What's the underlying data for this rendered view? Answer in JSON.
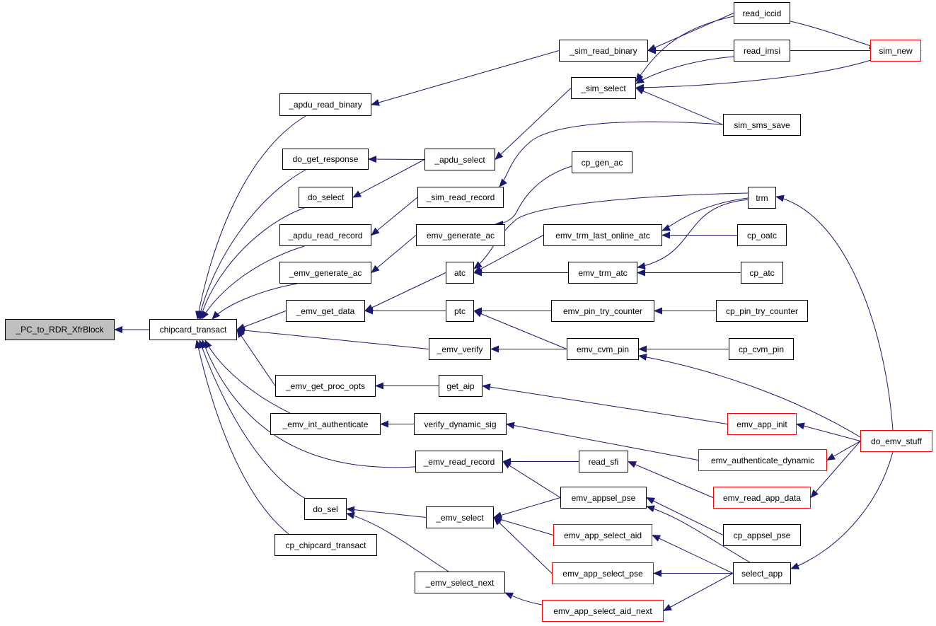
{
  "colors": {
    "edge": "#191970",
    "node_border": "#000000",
    "truncated_border": "#ff0000",
    "root_fill": "#bfbfbf"
  },
  "nodes": [
    {
      "id": "root",
      "label": "_PC_to_RDR_XfrBlock",
      "root": true
    },
    {
      "id": "chipcard_transact",
      "label": "chipcard_transact"
    },
    {
      "id": "apdu_read_binary",
      "label": "_apdu_read_binary"
    },
    {
      "id": "do_get_response",
      "label": "do_get_response"
    },
    {
      "id": "do_select",
      "label": "do_select"
    },
    {
      "id": "apdu_read_record",
      "label": "_apdu_read_record"
    },
    {
      "id": "emv_generate_ac_u",
      "label": "_emv_generate_ac"
    },
    {
      "id": "emv_get_data",
      "label": "_emv_get_data"
    },
    {
      "id": "emv_verify",
      "label": "_emv_verify"
    },
    {
      "id": "emv_get_proc_opts",
      "label": "_emv_get_proc_opts"
    },
    {
      "id": "emv_int_authenticate",
      "label": "_emv_int_authenticate"
    },
    {
      "id": "emv_read_record",
      "label": "_emv_read_record"
    },
    {
      "id": "do_sel",
      "label": "do_sel"
    },
    {
      "id": "cp_chipcard_transact",
      "label": "cp_chipcard_transact"
    },
    {
      "id": "sim_read_binary",
      "label": "_sim_read_binary"
    },
    {
      "id": "sim_select",
      "label": "_sim_select"
    },
    {
      "id": "apdu_select",
      "label": "_apdu_select"
    },
    {
      "id": "sim_read_record",
      "label": "_sim_read_record"
    },
    {
      "id": "emv_generate_ac",
      "label": "emv_generate_ac"
    },
    {
      "id": "cp_gen_ac",
      "label": "cp_gen_ac"
    },
    {
      "id": "atc",
      "label": "atc"
    },
    {
      "id": "ptc",
      "label": "ptc"
    },
    {
      "id": "get_aip",
      "label": "get_aip"
    },
    {
      "id": "verify_dynamic_sig",
      "label": "verify_dynamic_sig"
    },
    {
      "id": "read_sfi",
      "label": "read_sfi"
    },
    {
      "id": "emv_select_u",
      "label": "_emv_select"
    },
    {
      "id": "emv_select_next",
      "label": "_emv_select_next"
    },
    {
      "id": "read_iccid",
      "label": "read_iccid"
    },
    {
      "id": "read_imsi",
      "label": "read_imsi"
    },
    {
      "id": "sim_sms_save",
      "label": "sim_sms_save"
    },
    {
      "id": "sim_new",
      "label": "sim_new",
      "truncated": true
    },
    {
      "id": "trm",
      "label": "trm"
    },
    {
      "id": "emv_trm_last_online_atc",
      "label": "emv_trm_last_online_atc"
    },
    {
      "id": "cp_oatc",
      "label": "cp_oatc"
    },
    {
      "id": "emv_trm_atc",
      "label": "emv_trm_atc"
    },
    {
      "id": "cp_atc",
      "label": "cp_atc"
    },
    {
      "id": "emv_pin_try_counter",
      "label": "emv_pin_try_counter"
    },
    {
      "id": "cp_pin_try_counter",
      "label": "cp_pin_try_counter"
    },
    {
      "id": "emv_cvm_pin",
      "label": "emv_cvm_pin"
    },
    {
      "id": "cp_cvm_pin",
      "label": "cp_cvm_pin"
    },
    {
      "id": "emv_app_init",
      "label": "emv_app_init",
      "truncated": true
    },
    {
      "id": "emv_authenticate_dynamic",
      "label": "emv_authenticate_dynamic",
      "truncated": true
    },
    {
      "id": "emv_read_app_data",
      "label": "emv_read_app_data",
      "truncated": true
    },
    {
      "id": "do_emv_stuff",
      "label": "do_emv_stuff",
      "truncated": true
    },
    {
      "id": "emv_appsel_pse",
      "label": "emv_appsel_pse"
    },
    {
      "id": "cp_appsel_pse",
      "label": "cp_appsel_pse"
    },
    {
      "id": "emv_app_select_aid",
      "label": "emv_app_select_aid",
      "truncated": true
    },
    {
      "id": "emv_app_select_pse",
      "label": "emv_app_select_pse",
      "truncated": true
    },
    {
      "id": "emv_app_select_aid_next",
      "label": "emv_app_select_aid_next",
      "truncated": true
    },
    {
      "id": "select_app",
      "label": "select_app"
    }
  ],
  "edges": [
    [
      "chipcard_transact",
      "root"
    ],
    [
      "apdu_read_binary",
      "chipcard_transact"
    ],
    [
      "do_get_response",
      "chipcard_transact"
    ],
    [
      "do_select",
      "chipcard_transact"
    ],
    [
      "apdu_read_record",
      "chipcard_transact"
    ],
    [
      "emv_generate_ac_u",
      "chipcard_transact"
    ],
    [
      "emv_get_data",
      "chipcard_transact"
    ],
    [
      "emv_verify",
      "chipcard_transact"
    ],
    [
      "emv_get_proc_opts",
      "chipcard_transact"
    ],
    [
      "emv_int_authenticate",
      "chipcard_transact"
    ],
    [
      "emv_read_record",
      "chipcard_transact"
    ],
    [
      "do_sel",
      "chipcard_transact"
    ],
    [
      "cp_chipcard_transact",
      "chipcard_transact"
    ],
    [
      "sim_read_binary",
      "apdu_read_binary"
    ],
    [
      "apdu_select",
      "do_get_response"
    ],
    [
      "apdu_select",
      "do_select"
    ],
    [
      "sim_read_record",
      "apdu_read_record"
    ],
    [
      "emv_generate_ac",
      "emv_generate_ac_u"
    ],
    [
      "atc",
      "emv_get_data"
    ],
    [
      "ptc",
      "emv_get_data"
    ],
    [
      "emv_cvm_pin",
      "emv_verify"
    ],
    [
      "get_aip",
      "emv_get_proc_opts"
    ],
    [
      "verify_dynamic_sig",
      "emv_int_authenticate"
    ],
    [
      "read_sfi",
      "emv_read_record"
    ],
    [
      "emv_appsel_pse",
      "emv_read_record"
    ],
    [
      "emv_select_u",
      "do_sel"
    ],
    [
      "emv_select_next",
      "do_sel"
    ],
    [
      "sim_select",
      "apdu_select"
    ],
    [
      "sim_sms_save",
      "sim_read_record"
    ],
    [
      "cp_gen_ac",
      "emv_generate_ac"
    ],
    [
      "read_iccid",
      "sim_read_binary"
    ],
    [
      "read_imsi",
      "sim_read_binary"
    ],
    [
      "read_iccid",
      "sim_select"
    ],
    [
      "read_imsi",
      "sim_select"
    ],
    [
      "sim_new",
      "sim_select"
    ],
    [
      "sim_sms_save",
      "sim_select"
    ],
    [
      "read_iccid",
      "sim_new"
    ],
    [
      "read_imsi",
      "sim_new"
    ],
    [
      "trm",
      "atc"
    ],
    [
      "emv_trm_last_online_atc",
      "atc"
    ],
    [
      "emv_trm_atc",
      "atc"
    ],
    [
      "trm",
      "emv_trm_last_online_atc"
    ],
    [
      "cp_oatc",
      "emv_trm_last_online_atc"
    ],
    [
      "trm",
      "emv_trm_atc"
    ],
    [
      "cp_atc",
      "emv_trm_atc"
    ],
    [
      "emv_pin_try_counter",
      "ptc"
    ],
    [
      "emv_cvm_pin",
      "ptc"
    ],
    [
      "cp_pin_try_counter",
      "emv_pin_try_counter"
    ],
    [
      "cp_cvm_pin",
      "emv_cvm_pin"
    ],
    [
      "do_emv_stuff",
      "emv_cvm_pin"
    ],
    [
      "do_emv_stuff",
      "trm"
    ],
    [
      "emv_app_init",
      "get_aip"
    ],
    [
      "emv_authenticate_dynamic",
      "verify_dynamic_sig"
    ],
    [
      "emv_read_app_data",
      "read_sfi"
    ],
    [
      "do_emv_stuff",
      "emv_app_init"
    ],
    [
      "do_emv_stuff",
      "emv_authenticate_dynamic"
    ],
    [
      "do_emv_stuff",
      "emv_read_app_data"
    ],
    [
      "emv_appsel_pse",
      "emv_select_u"
    ],
    [
      "emv_app_select_aid",
      "emv_select_u"
    ],
    [
      "emv_app_select_pse",
      "emv_select_u"
    ],
    [
      "emv_app_select_aid_next",
      "emv_select_next"
    ],
    [
      "cp_appsel_pse",
      "emv_appsel_pse"
    ],
    [
      "select_app",
      "emv_appsel_pse"
    ],
    [
      "select_app",
      "emv_app_select_aid"
    ],
    [
      "select_app",
      "emv_app_select_pse"
    ],
    [
      "select_app",
      "emv_app_select_aid_next"
    ],
    [
      "do_emv_stuff",
      "select_app"
    ]
  ]
}
